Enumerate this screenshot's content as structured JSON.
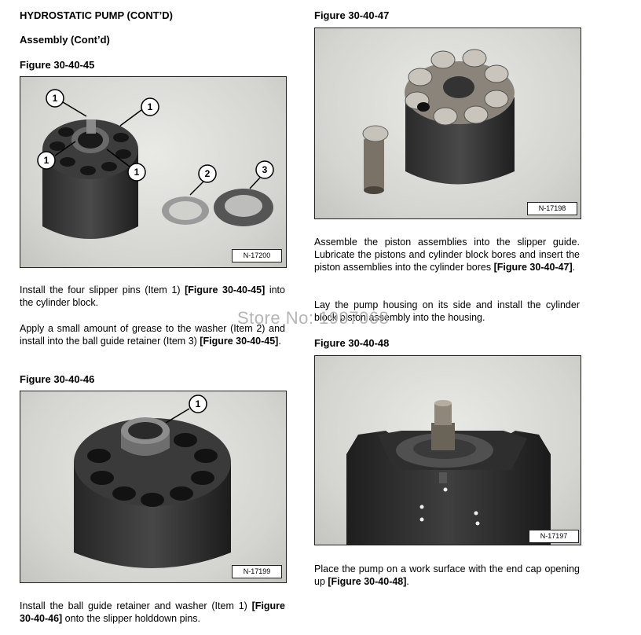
{
  "header": {
    "title": "HYDROSTATIC PUMP (CONT’D)",
    "subtitle": "Assembly (Cont’d)"
  },
  "left": {
    "fig45": {
      "caption": "Figure 30-40-45",
      "ref": "N-17200",
      "callouts": [
        "1",
        "1",
        "1",
        "1",
        "2",
        "3"
      ]
    },
    "para1": {
      "t1": "Install the four slipper pins (Item 1) ",
      "ref": "[Figure 30-40-45]",
      "t2": " into the cylinder block."
    },
    "para2": {
      "t1": "Apply a small amount of grease to the washer (Item 2) and install into the ball guide retainer (Item 3) ",
      "ref": "[Figure 30-40-45]",
      "t2": "."
    },
    "fig46": {
      "caption": "Figure 30-40-46",
      "ref": "N-17199",
      "callouts": [
        "1"
      ]
    },
    "para3": {
      "t1": "Install the ball guide retainer and washer (Item 1) ",
      "ref": "[Figure 30-40-46]",
      "t2": " onto the slipper holddown pins."
    }
  },
  "right": {
    "fig47": {
      "caption": "Figure 30-40-47",
      "ref": "N-17198"
    },
    "para4": {
      "t1": "Assemble the piston assemblies into the slipper guide. Lubricate the pistons and cylinder block bores and insert the piston assemblies into the cylinder bores ",
      "ref": "[Figure 30-40-47]",
      "t2": "."
    },
    "para5": {
      "t1": "Lay the pump housing on its side and install the cylinder block piston assembly into the housing."
    },
    "fig48": {
      "caption": "Figure 30-40-48",
      "ref": "N-17197"
    },
    "para6": {
      "t1": "Place the pump on a work surface with the end cap opening up ",
      "ref": "[Figure 30-40-48]",
      "t2": "."
    }
  },
  "watermark": "Store No: 1997068"
}
